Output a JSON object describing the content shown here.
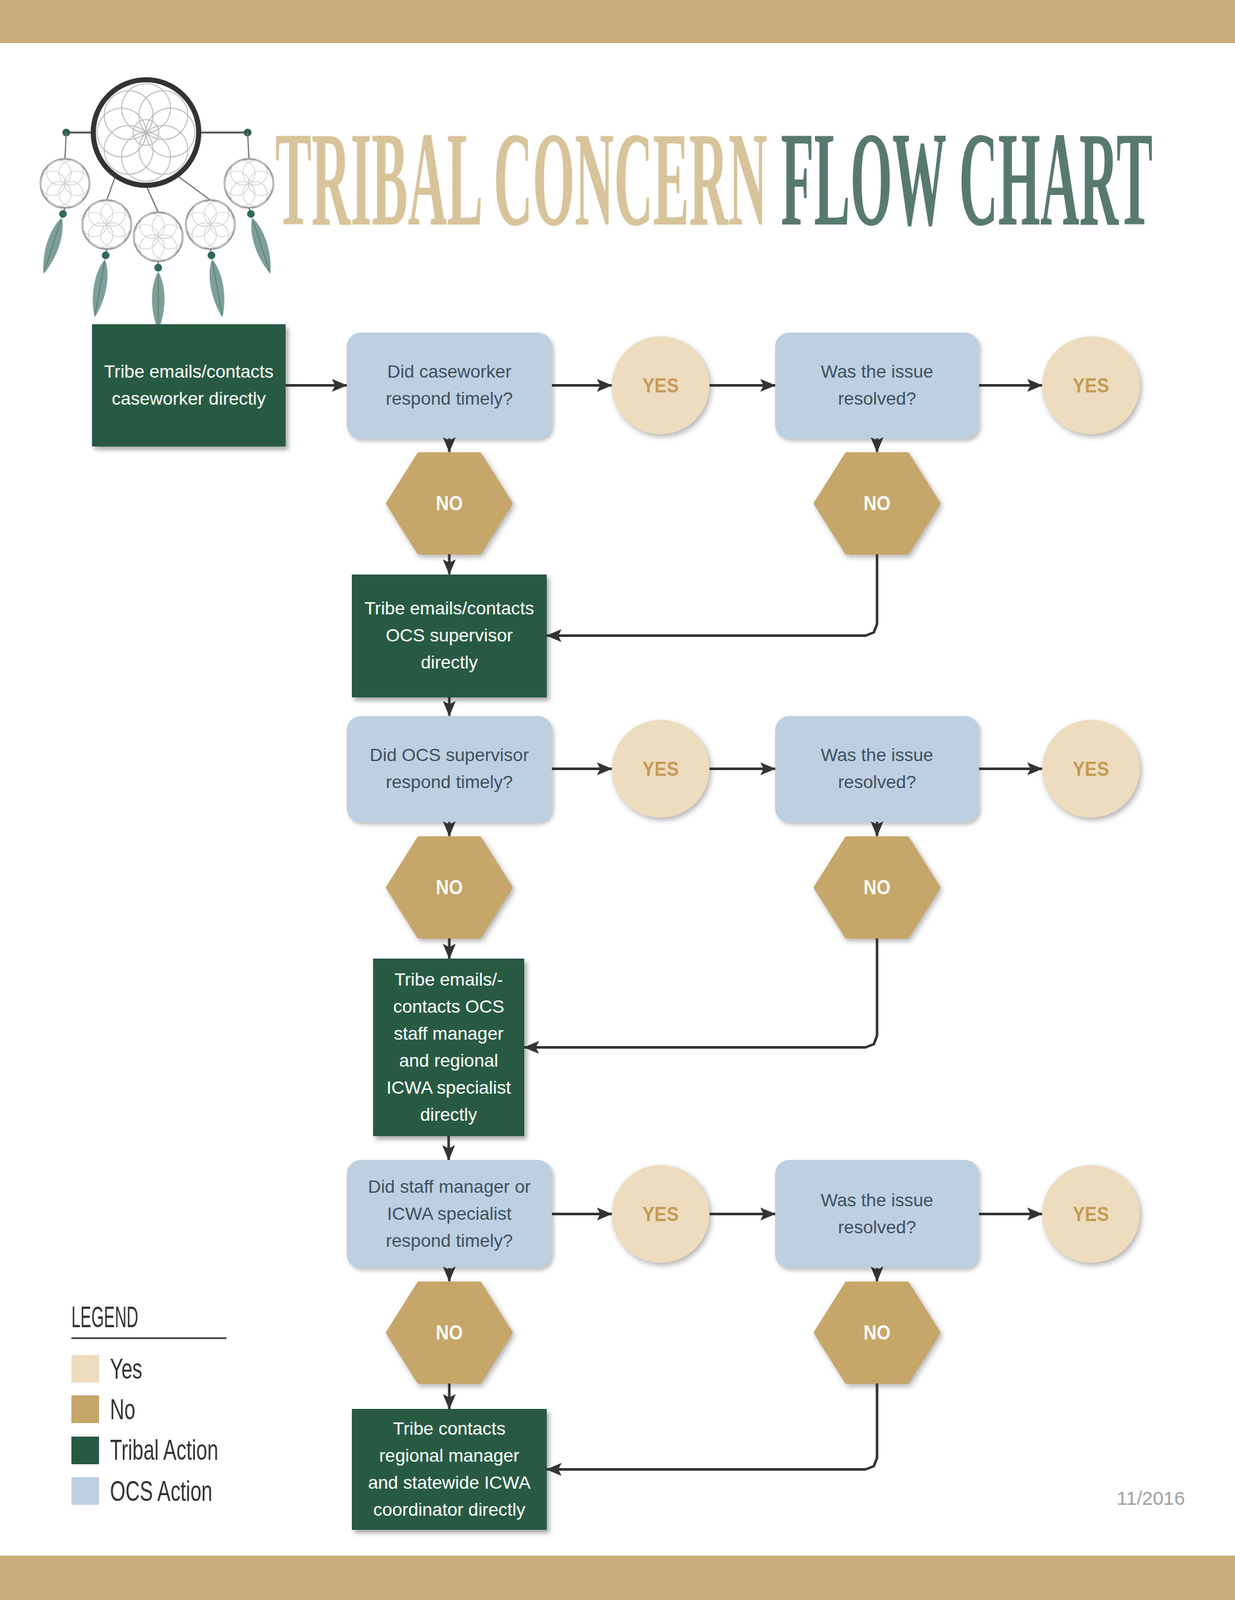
{
  "diagram": {
    "title": "TRIBAL CONCERN FLOW CHART",
    "nodes": [
      {
        "text": [
          "Tribe emails/contacts caseworker directly"
        ]
      },
      {
        "text": [
          "Did caseworker respond timely?"
        ]
      },
      {
        "text": [
          "YES"
        ]
      },
      {
        "text": [
          "Was the issue resolved?"
        ]
      },
      {
        "text": [
          "YES"
        ]
      },
      {
        "text": [
          "NO"
        ]
      },
      {
        "text": [
          "NO"
        ]
      },
      {
        "text": [
          "Tribe emails/contacts OCS supervisor directly"
        ]
      },
      {
        "text": [
          "Did OCS supervisor respond timely?"
        ]
      },
      {
        "text": [
          "YES"
        ]
      },
      {
        "text": [
          "Was the issue resolved?"
        ]
      },
      {
        "text": [
          "YES"
        ]
      },
      {
        "text": [
          "NO"
        ]
      },
      {
        "text": [
          "NO"
        ]
      },
      {
        "text": [
          "Tribe emails/- contacts OCS staff manager and regional ICWA specialist directly"
        ]
      },
      {
        "text": [
          "Did staff manager or ICWA specialist respond timely?"
        ]
      },
      {
        "text": [
          "YES"
        ]
      },
      {
        "text": [
          "Was the issue resolved?"
        ]
      },
      {
        "text": [
          "YES"
        ]
      },
      {
        "text": [
          "NO"
        ]
      },
      {
        "text": [
          "NO"
        ]
      },
      {
        "text": [
          "Tribe contacts regional manager and statewide ICWA coordinator directly"
        ]
      }
    ],
    "edges": [
      {
        "from": 0,
        "to": 1,
        "arrow": "to"
      },
      {
        "from": 1,
        "to": 2,
        "arrow": "to"
      },
      {
        "from": 2,
        "to": 3,
        "arrow": "to"
      },
      {
        "from": 3,
        "to": 4,
        "arrow": "to"
      },
      {
        "from": 1,
        "to": 5,
        "arrow": "to"
      },
      {
        "from": 3,
        "to": 6,
        "arrow": "to"
      },
      {
        "from": 5,
        "to": 7,
        "arrow": "to"
      },
      {
        "from": 6,
        "to": 7,
        "arrow": "to"
      },
      {
        "from": 7,
        "to": 8,
        "arrow": "to"
      },
      {
        "from": 8,
        "to": 9,
        "arrow": "to"
      },
      {
        "from": 9,
        "to": 10,
        "arrow": "to"
      },
      {
        "from": 10,
        "to": 11,
        "arrow": "to"
      },
      {
        "from": 8,
        "to": 12,
        "arrow": "to"
      },
      {
        "from": 10,
        "to": 13,
        "arrow": "to"
      },
      {
        "from": 12,
        "to": 14,
        "arrow": "to"
      },
      {
        "from": 13,
        "to": 14,
        "arrow": "to"
      },
      {
        "from": 14,
        "to": 15,
        "arrow": "to"
      },
      {
        "from": 15,
        "to": 16,
        "arrow": "to"
      },
      {
        "from": 16,
        "to": 17,
        "arrow": "to"
      },
      {
        "from": 17,
        "to": 18,
        "arrow": "to"
      },
      {
        "from": 15,
        "to": 19,
        "arrow": "to"
      },
      {
        "from": 17,
        "to": 20,
        "arrow": "to"
      },
      {
        "from": 19,
        "to": 21,
        "arrow": "to"
      },
      {
        "from": 20,
        "to": 21,
        "arrow": "to"
      }
    ],
    "labels": [
      "LEGEND",
      "11/2016"
    ],
    "legend": [
      {
        "text": "Yes",
        "color": "#eddcbe"
      },
      {
        "text": "No",
        "color": "#c7a66a"
      },
      {
        "text": "Tribal Action",
        "color": "#285a43"
      },
      {
        "text": "OCS Action",
        "color": "#bdd0e2"
      }
    ]
  }
}
